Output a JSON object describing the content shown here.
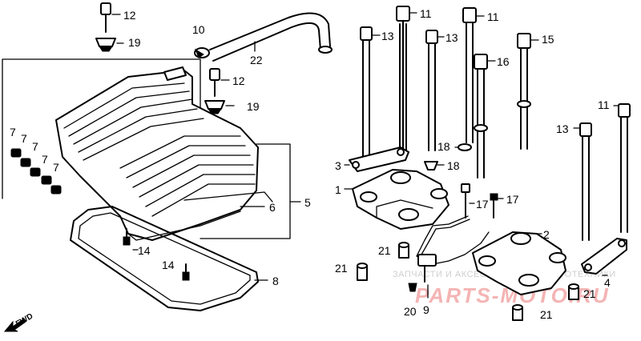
{
  "labels": {
    "l1": "1",
    "l2": "2",
    "l3": "3",
    "l4": "4",
    "l5": "5",
    "l6": "6",
    "l7a": "7",
    "l7b": "7",
    "l7c": "7",
    "l7d": "7",
    "l7e": "7",
    "l8": "8",
    "l9": "9",
    "l10": "10",
    "l11a": "11",
    "l11b": "11",
    "l11c": "11",
    "l12a": "12",
    "l12b": "12",
    "l13a": "13",
    "l13b": "13",
    "l13c": "13",
    "l14a": "14",
    "l14b": "14",
    "l15": "15",
    "l16": "16",
    "l17a": "17",
    "l17b": "17",
    "l18a": "18",
    "l18b": "18",
    "l19a": "19",
    "l19b": "19",
    "l20": "20",
    "l21a": "21",
    "l21b": "21",
    "l21c": "21",
    "l21d": "21",
    "l22": "22"
  },
  "fwd_label": "FWD",
  "watermark": {
    "tagline": "ЗАПЧАСТИ И АКСЕССУАРЫ ДЛЯ МОТОТЕХНИКИ",
    "logo": "PARTS-MOTO.RU"
  }
}
